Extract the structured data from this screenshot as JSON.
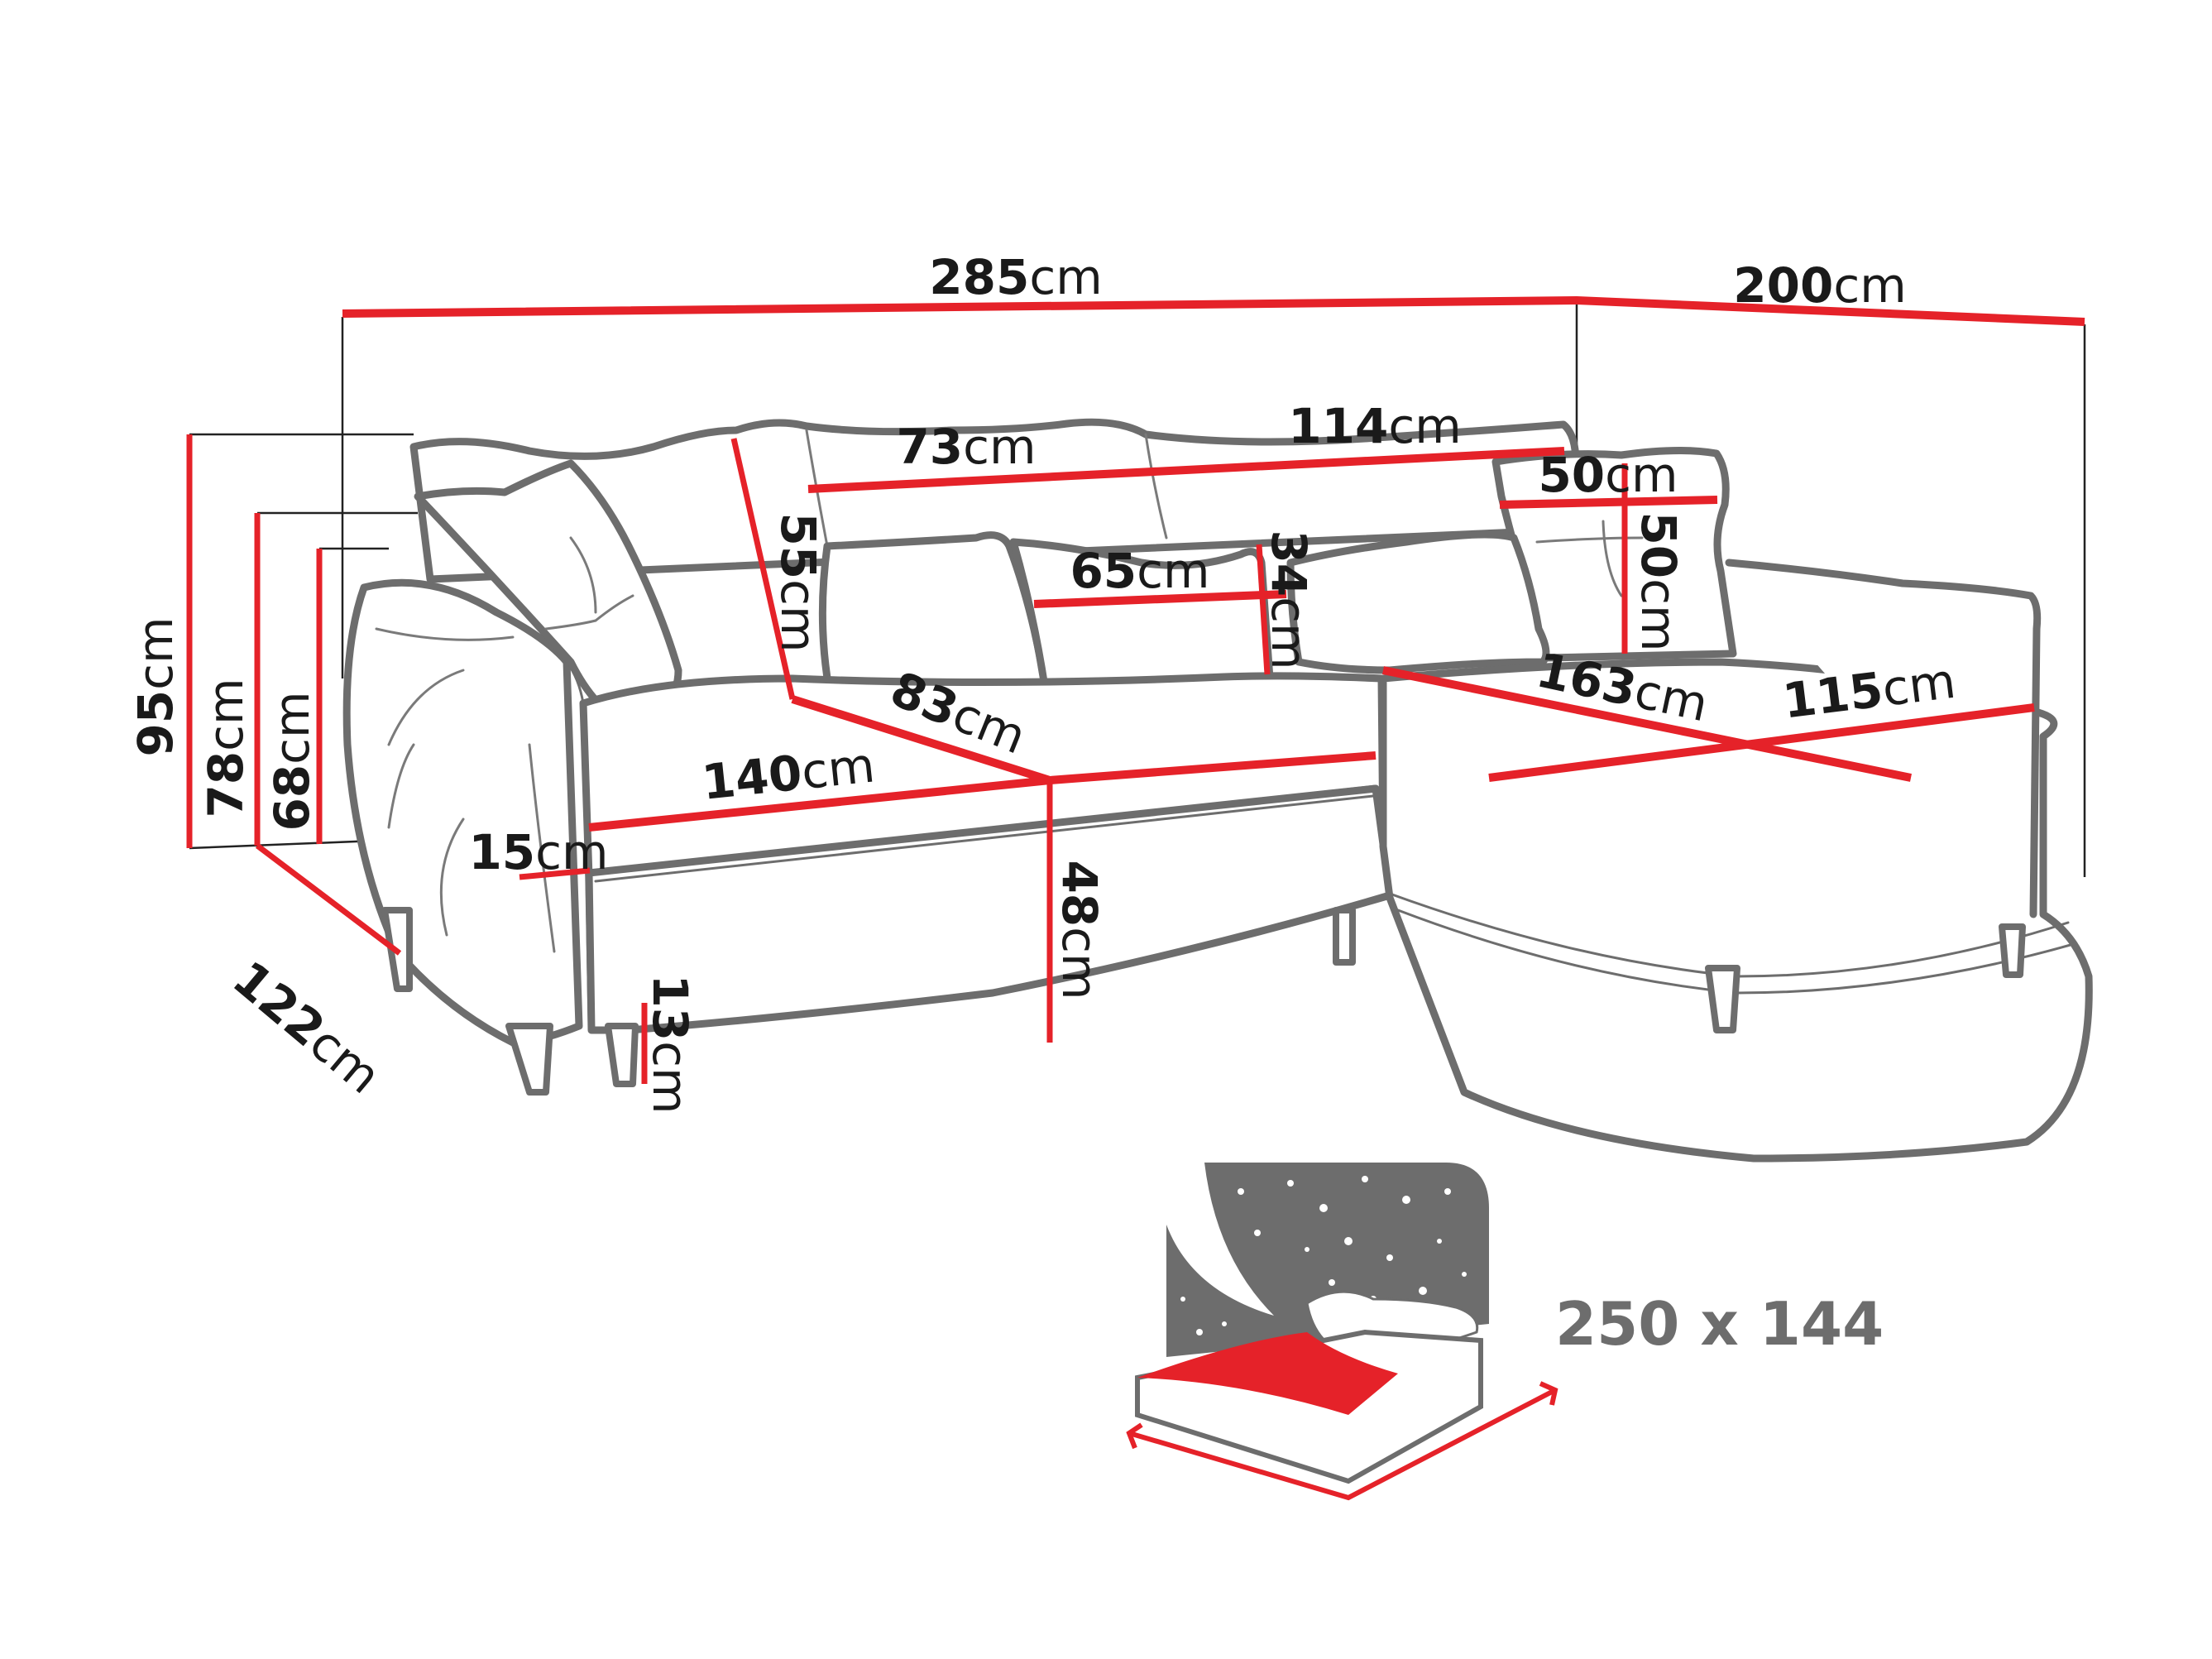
{
  "diagram": {
    "type": "corner sofa dimension drawing",
    "colors": {
      "dimension_line": "#e52229",
      "outline": "#6d6d6d",
      "label_text": "#1a1a1a",
      "icon_gray": "#6d6d6d"
    },
    "unit": "cm",
    "dimensions": {
      "total_width": {
        "value": "285",
        "unit": "cm"
      },
      "chaise_length": {
        "value": "200",
        "unit": "cm"
      },
      "back_cushion_mid": {
        "value": "73",
        "unit": "cm"
      },
      "back_cushion_right": {
        "value": "114",
        "unit": "cm"
      },
      "back_pillow_width": {
        "value": "50",
        "unit": "cm"
      },
      "back_pillow_height": {
        "value": "50",
        "unit": "cm"
      },
      "back_height": {
        "value": "55",
        "unit": "cm"
      },
      "pillow_width": {
        "value": "65",
        "unit": "cm"
      },
      "pillow_height": {
        "value": "34",
        "unit": "cm"
      },
      "seat_depth": {
        "value": "83",
        "unit": "cm"
      },
      "seat_width": {
        "value": "140",
        "unit": "cm"
      },
      "chaise_depth_diag": {
        "value": "163",
        "unit": "cm"
      },
      "chaise_width": {
        "value": "115",
        "unit": "cm"
      },
      "armrest_width": {
        "value": "15",
        "unit": "cm"
      },
      "seat_height": {
        "value": "48",
        "unit": "cm"
      },
      "leg_height": {
        "value": "13",
        "unit": "cm"
      },
      "total_height": {
        "value": "95",
        "unit": "cm"
      },
      "back_height_total": {
        "value": "78",
        "unit": "cm"
      },
      "armrest_height": {
        "value": "68",
        "unit": "cm"
      },
      "total_depth": {
        "value": "122",
        "unit": "cm"
      }
    },
    "sleeping_area": {
      "label": "250 x 144",
      "icon": "bed-with-night-sky-icon"
    }
  }
}
